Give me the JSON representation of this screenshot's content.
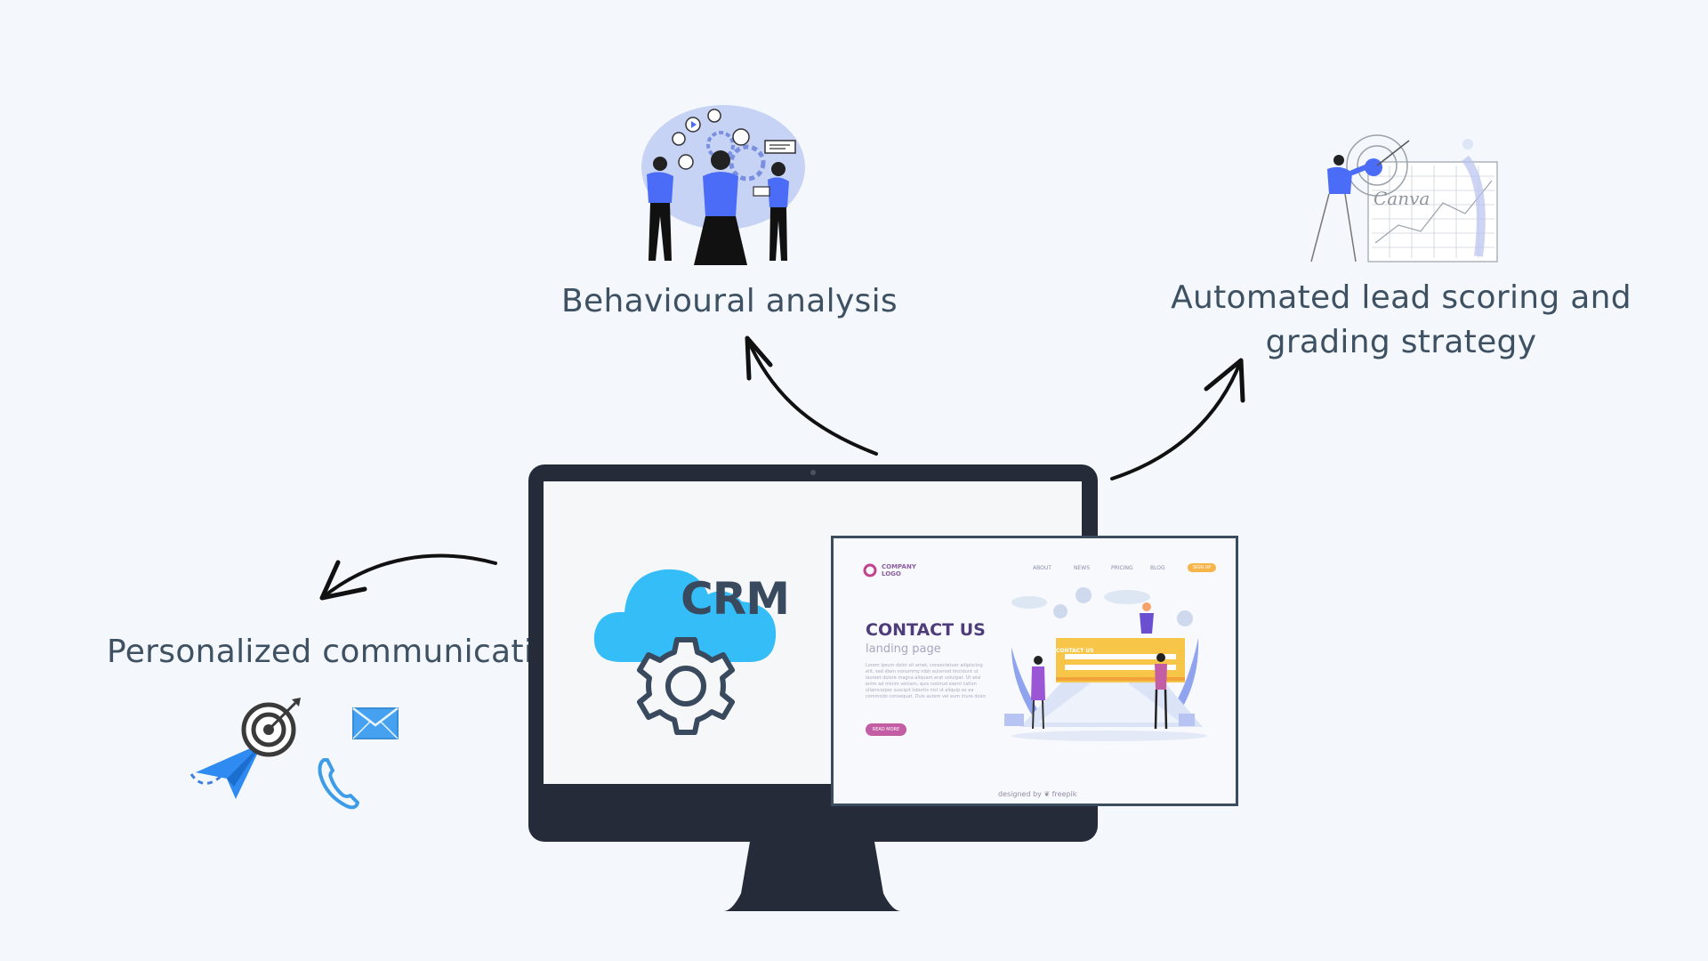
{
  "labels": {
    "behavioural": "Behavioural analysis",
    "lead_scoring_line1": "Automated lead scoring and",
    "lead_scoring_line2": "grading strategy",
    "personalized": "Personalized communication"
  },
  "monitor": {
    "crm_text": "CRM"
  },
  "landing_page": {
    "logo_text": "COMPANY LOGO",
    "nav": [
      "ABOUT",
      "NEWS",
      "PRICING",
      "BLOG"
    ],
    "signup": "SIGN UP",
    "title": "CONTACT US",
    "subtitle": "landing page",
    "body": "Lorem ipsum dolor sit amet, consectetuer adipiscing elit, sed diam nonummy nibh euismod tincidunt ut laoreet dolore magna aliquam erat volutpat. Ut wisi enim ad minim veniam, quis nostrud exerci tation ullamcorper suscipit lobortis nisl ut aliquip ex ea commodo consequat. Duis autem vel eum iriure dolor.",
    "read_more": "READ MORE",
    "form_title": "CONTACT US",
    "footer": "designed by ❦ freepik"
  },
  "icons": {
    "canva_watermark": "Canva"
  },
  "colors": {
    "background": "#f4f7fb",
    "text": "#3e5163",
    "accent_blue": "#4a6cf7",
    "cloud_blue": "#35bdf7",
    "monitor_frame": "#252b39"
  }
}
